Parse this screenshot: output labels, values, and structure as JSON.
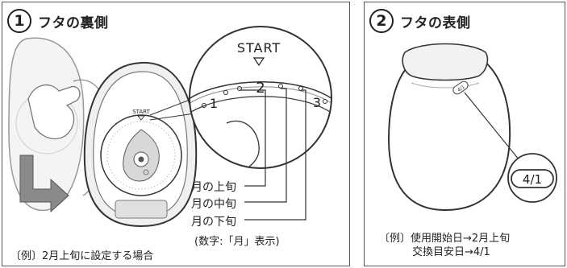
{
  "panel1": {
    "step_number": "1",
    "title": "フタの裏側",
    "start_label": "START",
    "start_label_small": "START",
    "dial_numbers": [
      "1",
      "2",
      "3"
    ],
    "labels": {
      "upper": "月の上旬",
      "middle": "月の中旬",
      "lower": "月の下旬",
      "note": "(数字:「月」表示)"
    },
    "example": "〔例〕2月上旬に設定する場合"
  },
  "panel2": {
    "step_number": "2",
    "title": "フタの表側",
    "badge": "4/1",
    "example_line1": "〔例〕使用開始日→2月上旬",
    "example_line2": "交換目安日→4/1"
  },
  "colors": {
    "outline": "#333333",
    "gray_arrow": "#8a8a8a",
    "light_gray": "#e8e8e8"
  }
}
